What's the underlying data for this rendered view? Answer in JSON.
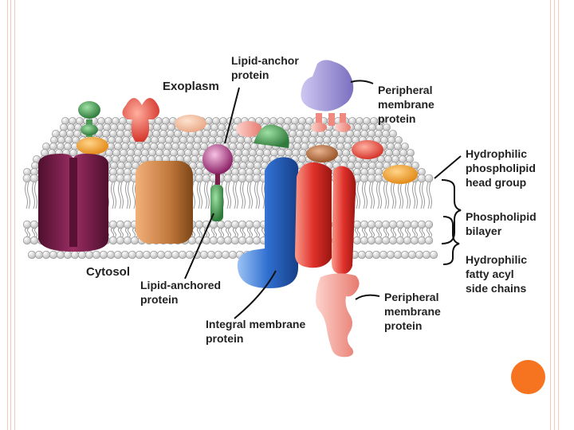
{
  "labels": {
    "exoplasm": "Exoplasm",
    "cytosol": "Cytosol",
    "lipid_anchor_l1": "Lipid-anchor",
    "lipid_anchor_l2": "protein",
    "peripheral_top_l1": "Peripheral",
    "peripheral_top_l2": "membrane",
    "peripheral_top_l3": "protein",
    "hydrophilic_head_l1": "Hydrophilic",
    "hydrophilic_head_l2": "phospholipid",
    "hydrophilic_head_l3": "head group",
    "bilayer_l1": "Phospholipid",
    "bilayer_l2": "bilayer",
    "hydrophilic_chain_l1": "Hydrophilic",
    "hydrophilic_chain_l2": "fatty acyl",
    "hydrophilic_chain_l3": "side chains",
    "lipid_anchored_l1": "Lipid-anchored",
    "lipid_anchored_l2": "protein",
    "integral_l1": "Integral membrane",
    "integral_l2": "protein",
    "peripheral_bottom_l1": "Peripheral",
    "peripheral_bottom_l2": "membrane",
    "peripheral_bottom_l3": "protein"
  },
  "colors": {
    "frame": "#f3c9b8",
    "accent_circle": "#f6731f",
    "head_group": "#dcdcdc",
    "maroon_channel": "#7a1e4a",
    "brown_protein": "#c0773a",
    "blue_protein": "#2f6fd0",
    "red_protein": "#e0302a",
    "salmon_peripheral": "#f08a80",
    "lavender_peripheral": "#9a8fd6",
    "green_protein": "#3f9a4a",
    "orange_protein": "#f2a030"
  }
}
